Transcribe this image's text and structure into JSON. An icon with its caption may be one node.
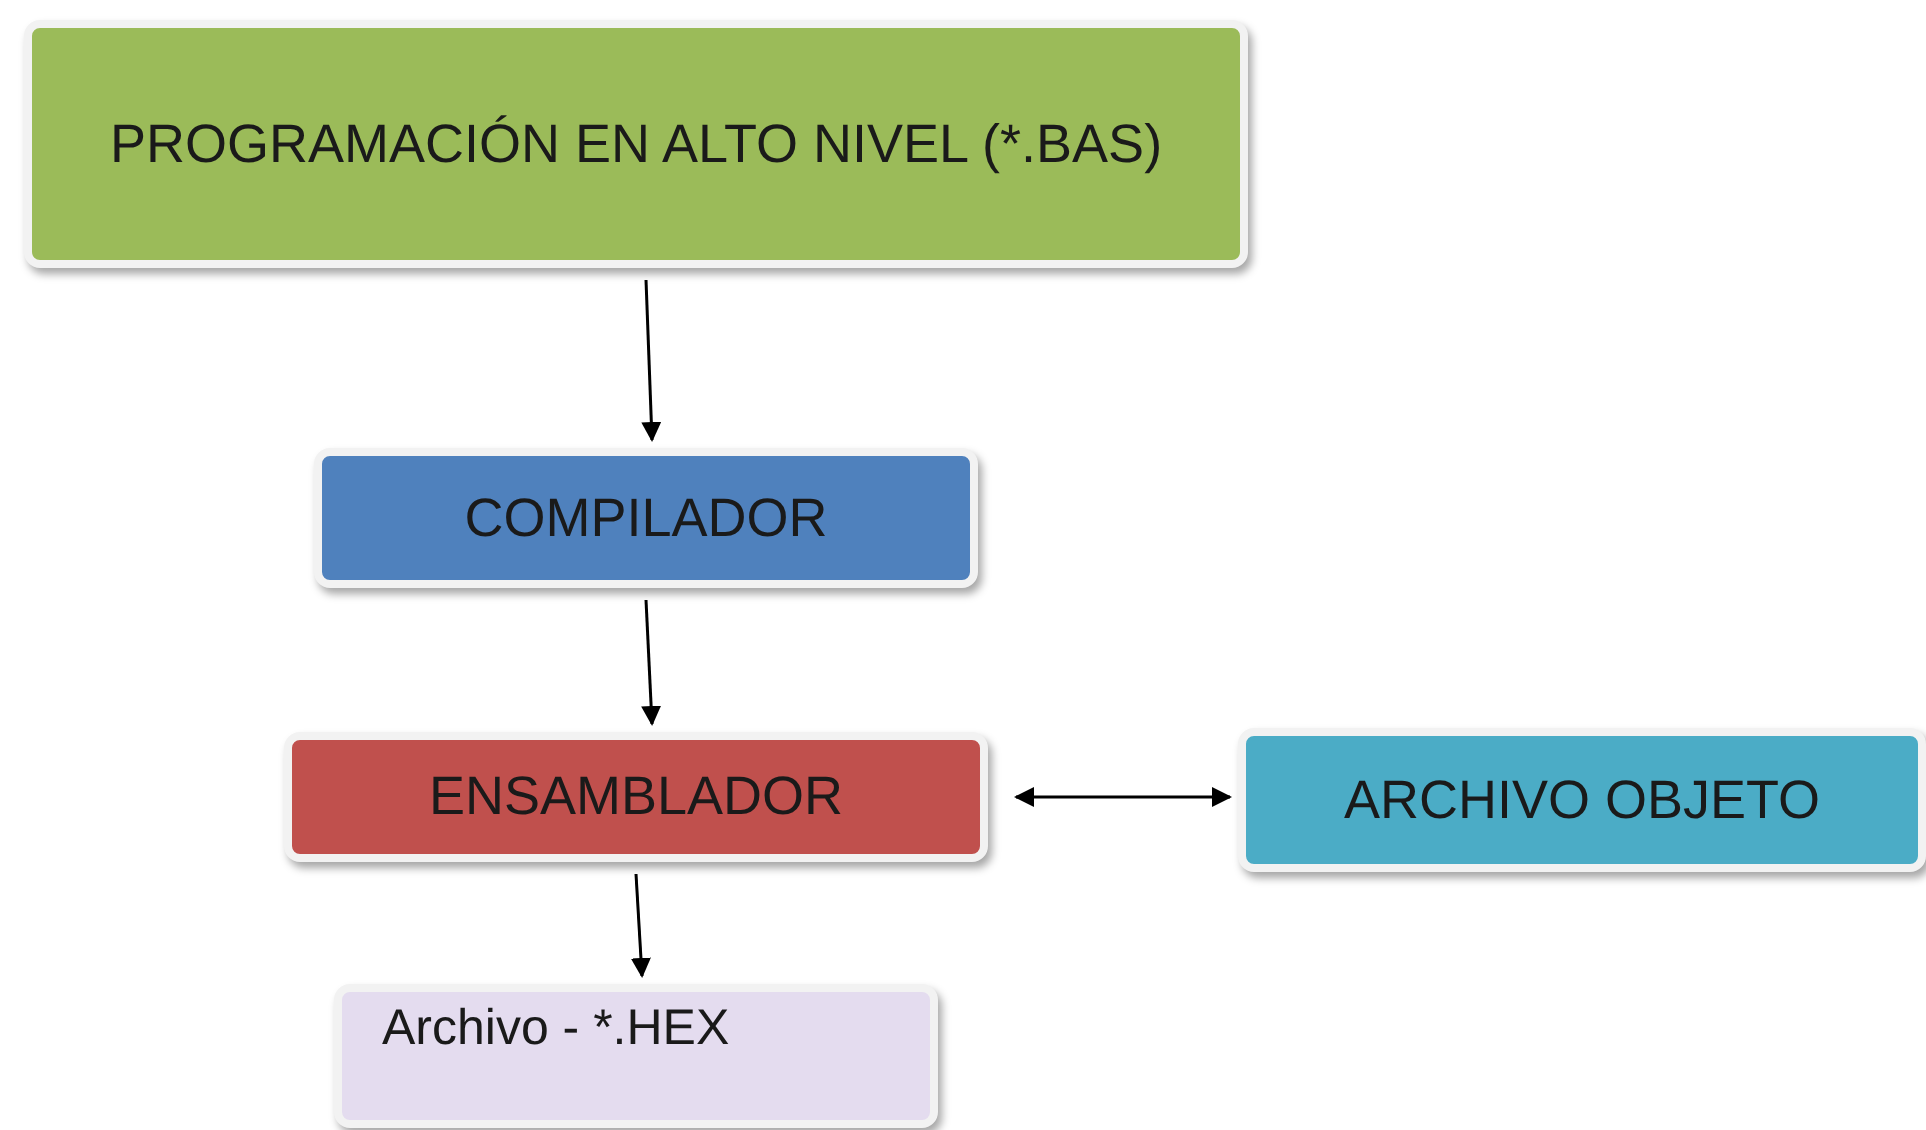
{
  "diagram": {
    "nodes": [
      {
        "text": [
          "PROGRAMACIÓN EN ALTO NIVEL (*.BAS)"
        ]
      },
      {
        "text": [
          "COMPILADOR"
        ]
      },
      {
        "text": [
          "ENSAMBLADOR"
        ]
      },
      {
        "text": [
          "ARCHIVO OBJETO"
        ]
      },
      {
        "text": [
          "Archivo - *.HEX"
        ]
      }
    ],
    "edges": [
      {
        "from": 0,
        "to": 1,
        "arrow": "to"
      },
      {
        "from": 1,
        "to": 2,
        "arrow": "to"
      },
      {
        "from": 2,
        "to": 3,
        "arrow": "both"
      },
      {
        "from": 2,
        "to": 4,
        "arrow": "to"
      }
    ]
  }
}
